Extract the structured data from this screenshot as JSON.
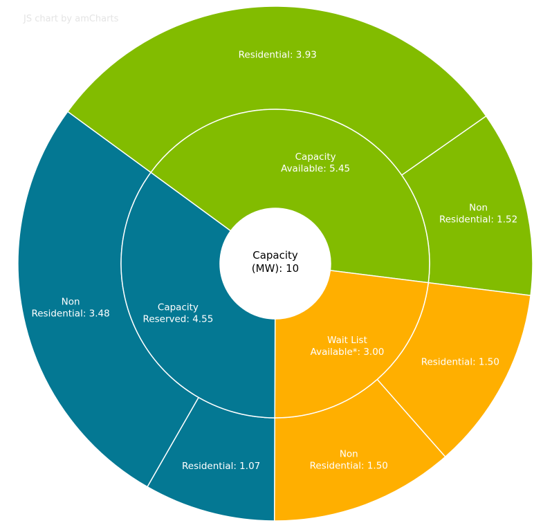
{
  "credit": "JS chart by amCharts",
  "chart_data": {
    "type": "sunburst",
    "center_label": [
      "Capacity",
      "(MW): 10"
    ],
    "total": 10,
    "colors": {
      "reserved": "#047893",
      "available": "#82bc00",
      "waitlist": "#ffaf00",
      "separator": "#ffffff",
      "hole": "#ffffff",
      "center_text": "#000000",
      "label_text": "#ffffff"
    },
    "inner": [
      {
        "key": "available",
        "label": [
          "Capacity",
          "Available: 5.45"
        ],
        "value": 5.45
      },
      {
        "key": "waitlist",
        "label": [
          "Wait List",
          "Available*: 3.00"
        ],
        "value": 3.0
      },
      {
        "key": "reserved",
        "label": [
          "Capacity",
          "Reserved: 4.55"
        ],
        "value": 4.55
      }
    ],
    "outer": [
      {
        "parent": "available",
        "label": [
          "Residential: 3.93"
        ],
        "value": 3.93
      },
      {
        "parent": "available",
        "label": [
          "Non",
          "Residential: 1.52"
        ],
        "value": 1.52
      },
      {
        "parent": "waitlist",
        "label": [
          "Residential: 1.50"
        ],
        "value": 1.5
      },
      {
        "parent": "waitlist",
        "label": [
          "Non",
          "Residential: 1.50"
        ],
        "value": 1.5
      },
      {
        "parent": "reserved",
        "label": [
          "Residential: 1.07"
        ],
        "value": 1.07
      },
      {
        "parent": "reserved",
        "label": [
          "Non",
          "Residential: 3.48"
        ],
        "value": 3.48
      }
    ]
  }
}
